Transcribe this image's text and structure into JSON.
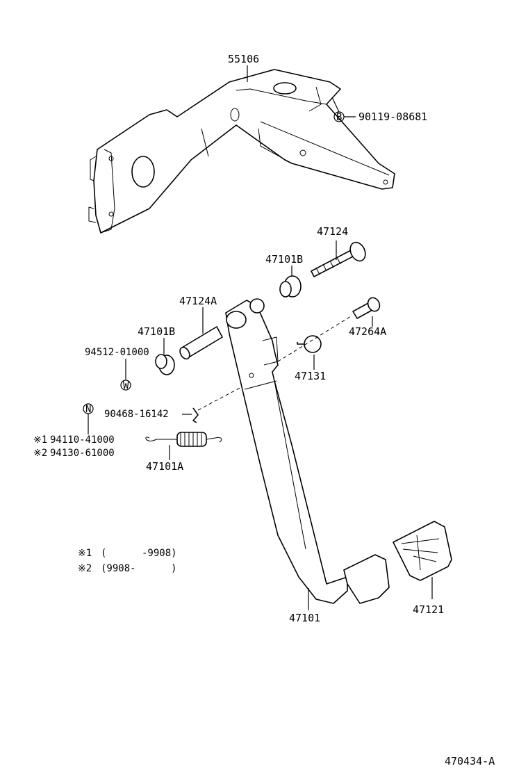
{
  "labels": {
    "bracket": "55106",
    "bolt_ref": "90119-08681",
    "bolt_ref_symbol": "B",
    "pedal_bolt": "47124",
    "bushing_upper": "47101B",
    "pivot_pin": "47124A",
    "stop_bolt": "47264A",
    "bushing_lower": "47101B",
    "washer_ref": "94512-01000",
    "washer_symbol": "W",
    "stop_cushion": "47131",
    "clip_ref": "90468-16142",
    "nut_symbol": "N",
    "nut_ref_1_mark": "※1",
    "nut_ref_1": "94110-41000",
    "nut_ref_2_mark": "※2",
    "nut_ref_2": "94130-61000",
    "return_spring": "47101A",
    "pedal_lever": "47101",
    "pedal_pad": "47121",
    "diagram_code": "470434-A"
  },
  "notes": [
    {
      "mark": "※1",
      "range": "(      -9908)"
    },
    {
      "mark": "※2",
      "range": "(9908-      )"
    }
  ],
  "colors": {
    "line": "#000000",
    "background": "#ffffff"
  }
}
